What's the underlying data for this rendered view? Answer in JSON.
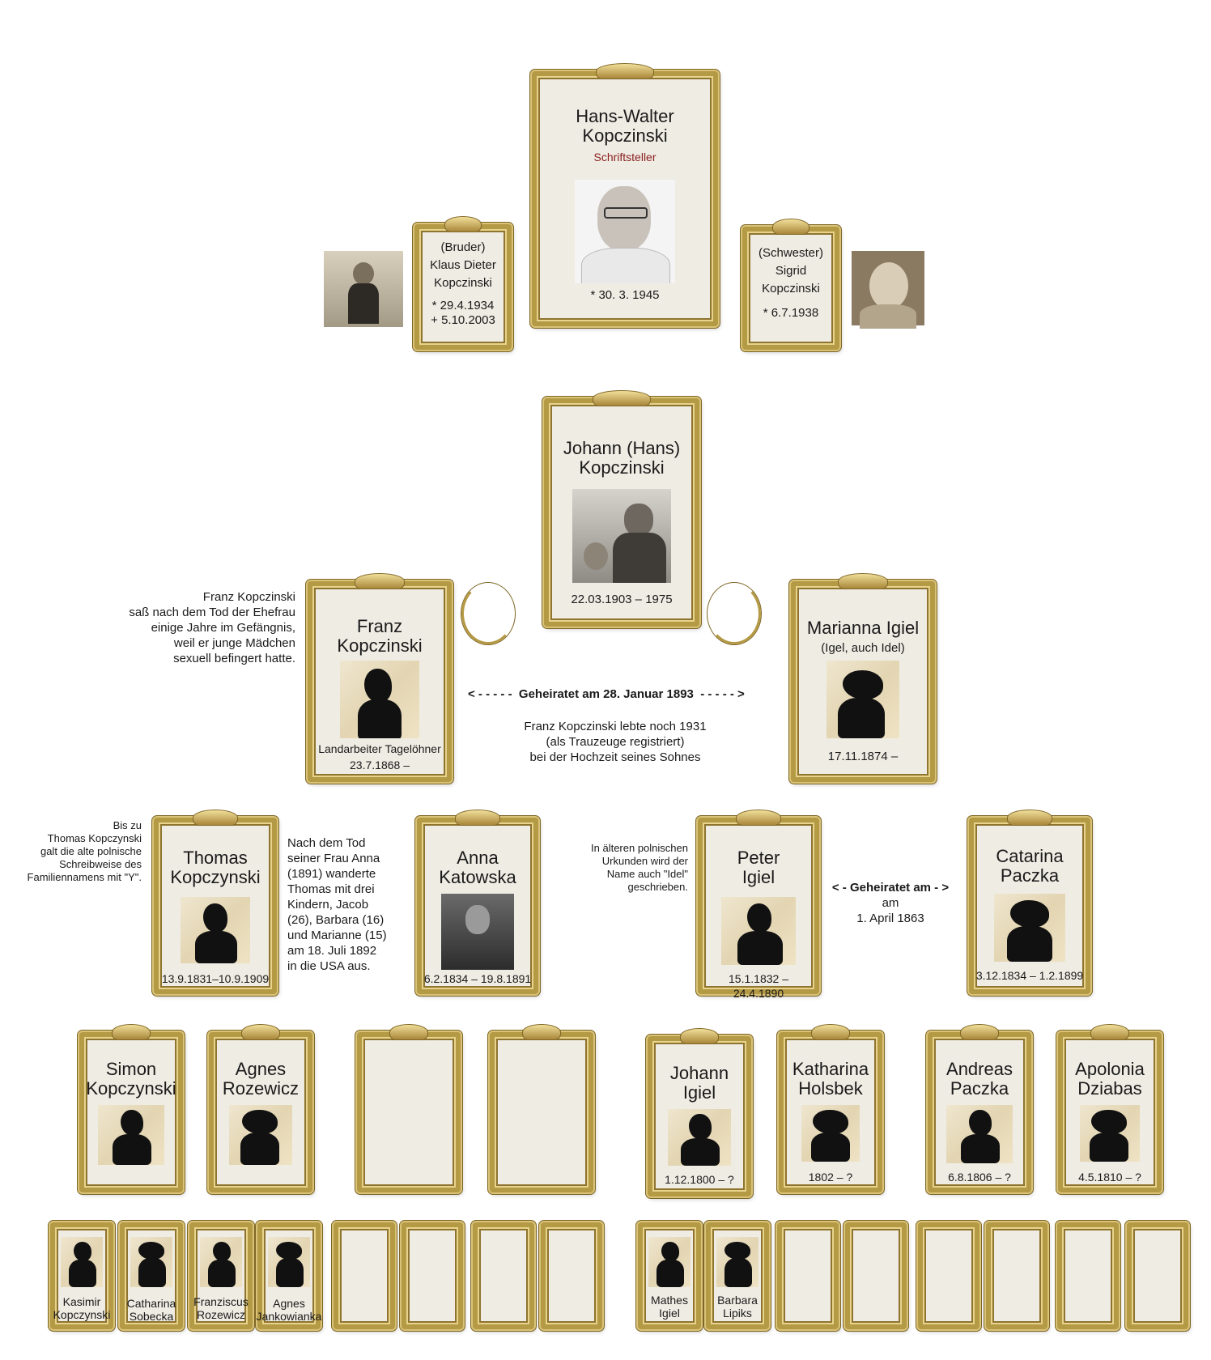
{
  "top": {
    "main": {
      "name1": "Hans-Walter",
      "name2": "Kopczinski",
      "role": "Schriftsteller",
      "date": "* 30. 3. 1945"
    },
    "brother": {
      "rel": "(Bruder)",
      "name1": "Klaus Dieter",
      "name2": "Kopczinski",
      "date1": "* 29.4.1934",
      "date2": "+ 5.10.2003"
    },
    "sister": {
      "rel": "(Schwester)",
      "name1": "Sigrid",
      "name2": "Kopczinski",
      "date1": "* 6.7.1938"
    }
  },
  "gen1": {
    "johann": {
      "name1": "Johann (Hans)",
      "name2": "Kopczinski",
      "date": "22.03.1903 – 1975"
    }
  },
  "gen2": {
    "franz": {
      "name1": "Franz",
      "name2": "Kopczinski",
      "job": "Landarbeiter Tagelöhner",
      "date": "23.7.1868 –"
    },
    "marianna": {
      "name1": "Marianna Igiel",
      "aka": "(Igel, auch Idel)",
      "date": "17.11.1874 –"
    },
    "marriage": "Geheiratet am 28. Januar 1893",
    "arrow_left": "< - - - - -",
    "arrow_right": "- - - - - >",
    "note_lived": [
      "Franz Kopczinski lebte noch 1931",
      "(als Trauzeuge registriert)",
      "bei der Hochzeit seines Sohnes"
    ],
    "note_franz": [
      "Franz Kopczinski",
      "saß nach dem Tod der Ehefrau",
      "einige Jahre im Gefängnis,",
      "weil er junge Mädchen",
      "sexuell befingert hatte."
    ]
  },
  "gen3": {
    "thomas": {
      "name1": "Thomas",
      "name2": "Kopczynski",
      "date": "13.9.1831–10.9.1909"
    },
    "anna": {
      "name1": "Anna",
      "name2": "Katowska",
      "date": "6.2.1834 – 19.8.1891"
    },
    "peter": {
      "name1": "Peter",
      "name2": "Igiel",
      "date": "15.1.1832 – 24.4.1890"
    },
    "catarina": {
      "name1": "Catarina",
      "name2": "Paczka",
      "date": "3.12.1834 – 1.2.1899"
    },
    "note_y": [
      "Bis zu",
      "Thomas Kopczynski",
      "galt die alte polnische",
      "Schreibweise des",
      "Familiennamens mit \"Y\"."
    ],
    "note_usa": [
      "Nach dem Tod",
      "seiner Frau Anna",
      "(1891) wanderte",
      "Thomas mit drei",
      "Kindern, Jacob",
      "(26), Barbara (16)",
      "und Marianne (15)",
      "am 18. Juli 1892",
      "in die USA aus."
    ],
    "note_idel": [
      "In älteren polnischen",
      "Urkunden wird der",
      "Name auch \"Idel\"",
      "geschrieben."
    ],
    "marriage2_a": "< - Geheiratet am - >",
    "marriage2_b": "am",
    "marriage2_c": "1. April 1863"
  },
  "gen4": {
    "simon": {
      "name1": "Simon",
      "name2": "Kopczynski"
    },
    "agnes": {
      "name1": "Agnes",
      "name2": "Rozewicz"
    },
    "johann": {
      "name1": "Johann",
      "name2": "Igiel",
      "date": "1.12.1800 – ?"
    },
    "katharina": {
      "name1": "Katharina",
      "name2": "Holsbek",
      "date": "1802 – ?"
    },
    "andreas": {
      "name1": "Andreas",
      "name2": "Paczka",
      "date": "6.8.1806 – ?"
    },
    "apolonia": {
      "name1": "Apolonia",
      "name2": "Dziabas",
      "date": "4.5.1810 – ?"
    }
  },
  "gen5": {
    "kasimir": {
      "name1": "Kasimir",
      "name2": "Kopczynski"
    },
    "catharina": {
      "name1": "Catharina",
      "name2": "Sobecka"
    },
    "franziscus": {
      "name1": "Franziscus",
      "name2": "Rozewicz"
    },
    "agnes": {
      "name1": "Agnes",
      "name2": "Jankowianka"
    },
    "mathes": {
      "name1": "Mathes",
      "name2": "Igiel"
    },
    "barbara": {
      "name1": "Barbara",
      "name2": "Lipiks"
    }
  },
  "colors": {
    "gold": "#b59a45",
    "frame_bg": "#efece4",
    "role_red": "#8b2020"
  }
}
